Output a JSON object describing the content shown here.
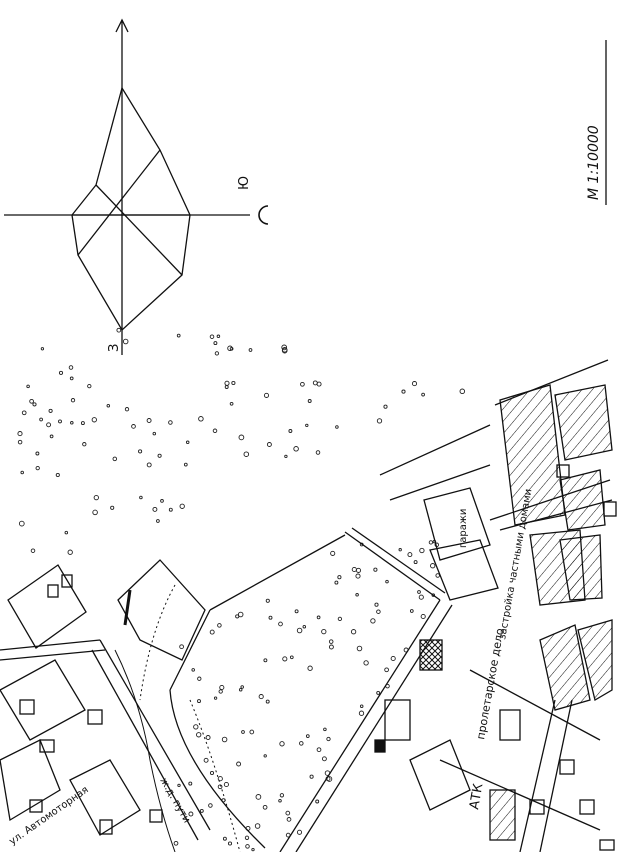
{
  "map": {
    "scale_label": "М 1:10000",
    "compass": {
      "south_label": "Ю",
      "west_label": "З"
    },
    "labels": {
      "garages": "гаражи",
      "planned_houses": "застройка частными домами",
      "atk": "АТК",
      "industrial": "пролетарское дело",
      "railway": "ж.д. пути",
      "street": "ул. Автомоторная"
    }
  }
}
